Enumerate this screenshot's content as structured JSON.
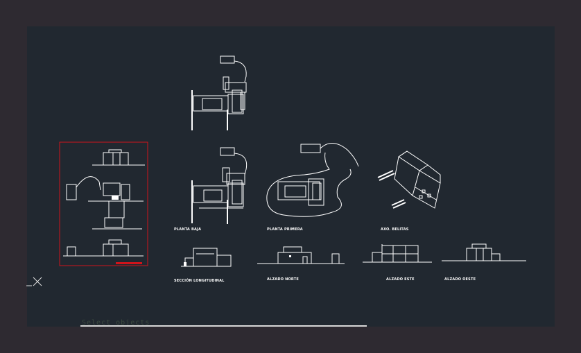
{
  "labels": {
    "planta_baja": "PLANTA BAJA",
    "planta_primera": "PLANTA PRIMERA",
    "axonometria": "AXO. BELITAS",
    "seccion": "SECCIÓN LONGITUDINAL",
    "alzado_norte": "ALZADO NORTE",
    "alzado_este": "ALZADO ESTE",
    "alzado_oeste": "ALZADO OESTE"
  },
  "command_line": {
    "prompt": "Select objects"
  },
  "colors": {
    "background": "#212830",
    "outer": "#2e2a31",
    "lines": "#ffffff",
    "selection": "#d0141b"
  }
}
